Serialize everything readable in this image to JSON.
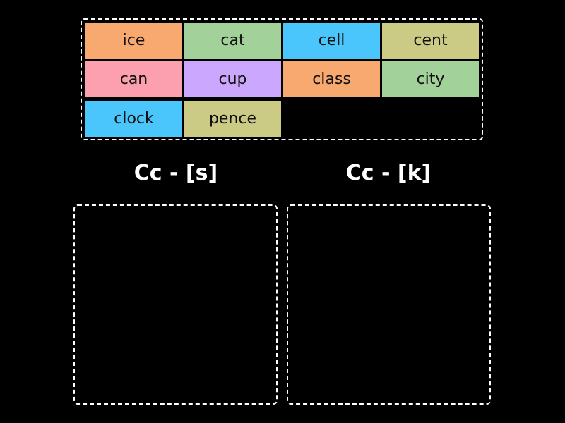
{
  "tiles": [
    {
      "label": "ice",
      "color": "#f8a96f"
    },
    {
      "label": "cat",
      "color": "#a3d19a"
    },
    {
      "label": "cell",
      "color": "#4ac6fd"
    },
    {
      "label": "cent",
      "color": "#cccb86"
    },
    {
      "label": "can",
      "color": "#fca0b0"
    },
    {
      "label": "cup",
      "color": "#cba8fd"
    },
    {
      "label": "class",
      "color": "#f8a96f"
    },
    {
      "label": "city",
      "color": "#a3d19a"
    },
    {
      "label": "clock",
      "color": "#4ac6fd"
    },
    {
      "label": "pence",
      "color": "#cccb86"
    }
  ],
  "groups": [
    {
      "heading": "Cc - [s]"
    },
    {
      "heading": "Cc - [k]"
    }
  ]
}
